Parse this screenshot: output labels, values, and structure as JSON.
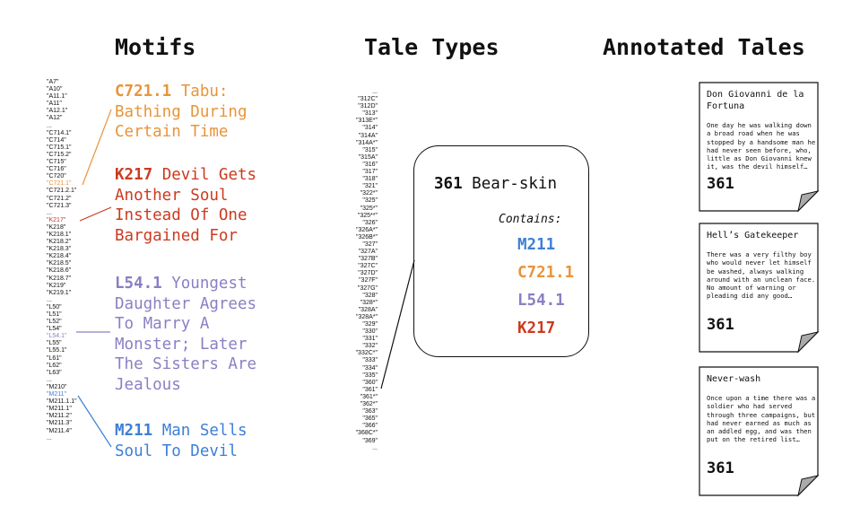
{
  "headings": {
    "motifs": "Motifs",
    "tale_types": "Tale Types",
    "annotated_tales": "Annotated Tales"
  },
  "colors": {
    "C721.1": "#e8943a",
    "K217": "#cc3a1f",
    "L54.1": "#8a7fc4",
    "M211": "#3d7fd6",
    "text": "#111111"
  },
  "motif_list": [
    "\"A7\"",
    "\"A10\"",
    "\"A11.1\"",
    "\"A11\"",
    "\"A12.1\"",
    "\"A12\"",
    "...",
    "\"C714.1\"",
    "\"C714\"",
    "\"C715.1\"",
    "\"C715.2\"",
    "\"C715\"",
    "\"C716\"",
    "\"C720\"",
    "\"C721.1\"",
    "\"C721.2.1\"",
    "\"C721.2\"",
    "\"C721.3\"",
    "...",
    "\"K217\"",
    "\"K218\"",
    "\"K218.1\"",
    "\"K218.2\"",
    "\"K218.3\"",
    "\"K218.4\"",
    "\"K218.5\"",
    "\"K218.6\"",
    "\"K218.7\"",
    "\"K219\"",
    "\"K219.1\"",
    "...",
    "\"L50\"",
    "\"L51\"",
    "\"L52\"",
    "\"L54\"",
    "\"L54.1\"",
    "\"L55\"",
    "\"L55.1\"",
    "\"L61\"",
    "\"L62\"",
    "\"L63\"",
    "...",
    "\"M210\"",
    "\"M211\"",
    "\"M211.1.1\"",
    "\"M211.1\"",
    "\"M211.2\"",
    "\"M211.3\"",
    "\"M211.4\"",
    "..."
  ],
  "motifs": [
    {
      "code": "C721.1",
      "lines": [
        "C721.1 Tabu:",
        "Bathing During",
        "Certain Time"
      ]
    },
    {
      "code": "K217",
      "lines": [
        "K217 Devil Gets",
        "Another Soul",
        "Instead Of One",
        "Bargained For"
      ]
    },
    {
      "code": "L54.1",
      "lines": [
        "L54.1 Youngest",
        "Daughter Agrees",
        "To Marry A",
        "Monster; Later",
        "The Sisters Are",
        "Jealous"
      ]
    },
    {
      "code": "M211",
      "lines": [
        "M211 Man Sells",
        "Soul To Devil"
      ]
    }
  ],
  "tale_type_list": [
    "...",
    "\"312C\"",
    "\"312D\"",
    "\"313\"",
    "\"313E*\"",
    "\"314\"",
    "\"314A\"",
    "\"314A*\"",
    "\"315\"",
    "\"315A\"",
    "\"316\"",
    "\"317\"",
    "\"318\"",
    "\"321\"",
    "\"322*\"",
    "\"325\"",
    "\"325*\"",
    "\"325**\"",
    "\"326\"",
    "\"326A*\"",
    "\"326B*\"",
    "\"327\"",
    "\"327A\"",
    "\"327B\"",
    "\"327C\"",
    "\"327D\"",
    "\"327F\"",
    "\"327G\"",
    "\"328\"",
    "\"328*\"",
    "\"328A\"",
    "\"328A*\"",
    "\"329\"",
    "\"330\"",
    "\"331\"",
    "\"332\"",
    "\"332C*\"",
    "\"333\"",
    "\"334\"",
    "\"335\"",
    "\"360\"",
    "\"361\"",
    "\"361*\"",
    "\"362*\"",
    "\"363\"",
    "\"365\"",
    "\"366\"",
    "\"368C*\"",
    "\"369\"",
    "..."
  ],
  "tale_type": {
    "number": "361",
    "name": "Bear-skin",
    "contains_label": "Contains:",
    "contains": [
      "M211",
      "C721.1",
      "L54.1",
      "K217"
    ]
  },
  "tales": [
    {
      "title_lines": [
        "Don Giovanni de la",
        "Fortuna"
      ],
      "body_lines": [
        "One day he was walking down",
        "a broad road when he was",
        "stopped by a handsome man he",
        "had never seen before, who,",
        "little as Don Giovanni knew",
        "it, was the devil himself…"
      ],
      "number": "361"
    },
    {
      "title_lines": [
        "Hell’s Gatekeeper"
      ],
      "body_lines": [
        "There was a very filthy boy",
        "who would never let himself",
        "be washed, always walking",
        "around with an unclean face.",
        "No amount of warning or",
        "pleading did any good…"
      ],
      "number": "361"
    },
    {
      "title_lines": [
        "Never-wash"
      ],
      "body_lines": [
        "Once upon a time there was a",
        "soldier who had served",
        "through three campaigns, but",
        "had never earned as much as",
        "an addled egg, and was then",
        "put on the retired list…"
      ],
      "number": "361"
    }
  ]
}
